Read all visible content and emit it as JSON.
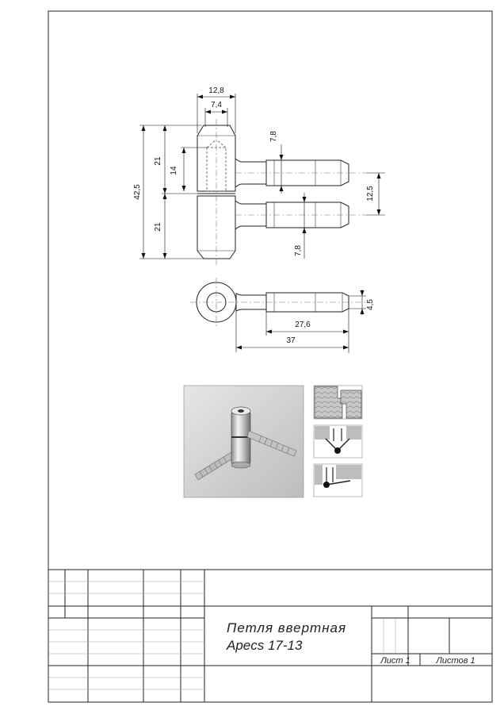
{
  "dimensions": {
    "width_total": "12,8",
    "width_inner": "7,4",
    "height_total": "42,5",
    "half_upper": "21",
    "half_lower": "21",
    "hole_depth": "14",
    "pin_offset_upper": "7,8",
    "pin_offset_lower": "7,8",
    "pin_spacing": "12,5",
    "pin_diameter": "4,5",
    "thread_length": "27,6",
    "pin_length": "37"
  },
  "title_block": {
    "title_line1": "Петля ввертная",
    "title_line2": "Apecs 17-13",
    "sheet_label": "Лист 1",
    "sheets_label": "Листов 1"
  }
}
